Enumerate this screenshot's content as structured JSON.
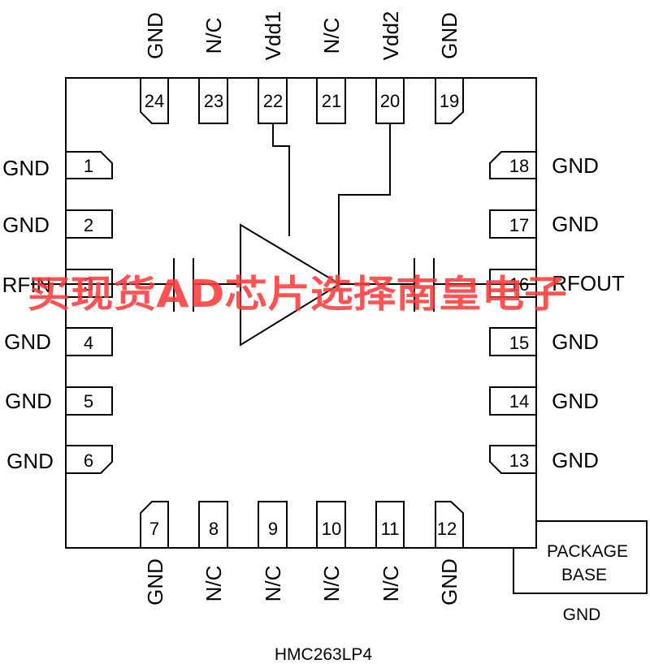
{
  "part_number": "HMC263LP4",
  "package_base": {
    "line1": "PACKAGE",
    "line2": "BASE",
    "ground": "GND"
  },
  "watermark": "买现货AD芯片选择南皇电子",
  "pins": {
    "p1": {
      "num": "1",
      "name": "GND"
    },
    "p2": {
      "num": "2",
      "name": "GND"
    },
    "p3": {
      "num": "3",
      "name": "RFIN"
    },
    "p4": {
      "num": "4",
      "name": "GND"
    },
    "p5": {
      "num": "5",
      "name": "GND"
    },
    "p6": {
      "num": "6",
      "name": "GND"
    },
    "p7": {
      "num": "7",
      "name": "GND"
    },
    "p8": {
      "num": "8",
      "name": "N/C"
    },
    "p9": {
      "num": "9",
      "name": "N/C"
    },
    "p10": {
      "num": "10",
      "name": "N/C"
    },
    "p11": {
      "num": "11",
      "name": "N/C"
    },
    "p12": {
      "num": "12",
      "name": "GND"
    },
    "p13": {
      "num": "13",
      "name": "GND"
    },
    "p14": {
      "num": "14",
      "name": "GND"
    },
    "p15": {
      "num": "15",
      "name": "GND"
    },
    "p16": {
      "num": "16",
      "name": "RFOUT"
    },
    "p17": {
      "num": "17",
      "name": "GND"
    },
    "p18": {
      "num": "18",
      "name": "GND"
    },
    "p19": {
      "num": "19",
      "name": "GND"
    },
    "p20": {
      "num": "20",
      "name": "Vdd2"
    },
    "p21": {
      "num": "21",
      "name": "N/C"
    },
    "p22": {
      "num": "22",
      "name": "Vdd1"
    },
    "p23": {
      "num": "23",
      "name": "N/C"
    },
    "p24": {
      "num": "24",
      "name": "GND"
    }
  }
}
